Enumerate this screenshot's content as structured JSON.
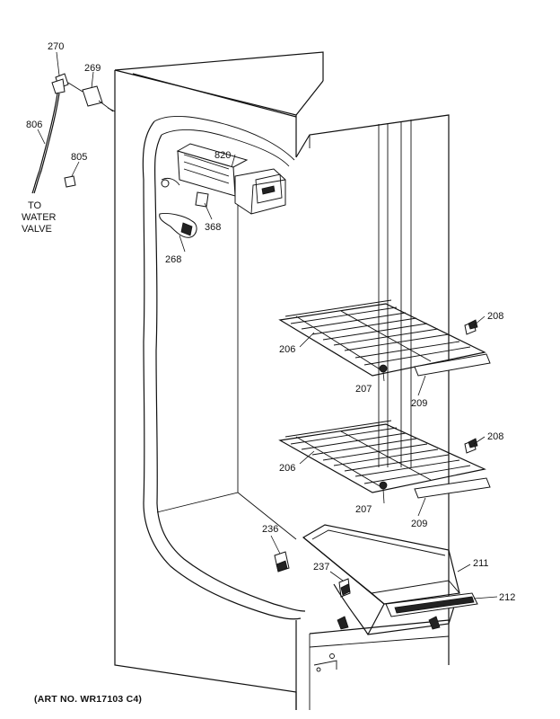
{
  "callouts": {
    "p270": "270",
    "p269": "269",
    "p806": "806",
    "p805": "805",
    "to": "TO",
    "water": "WATER",
    "valve": "VALVE",
    "p820": "820",
    "p368": "368",
    "p268": "268",
    "p206a": "206",
    "p208a": "208",
    "p207a": "207",
    "p209a": "209",
    "p206b": "206",
    "p208b": "208",
    "p207b": "207",
    "p209b": "209",
    "p236": "236",
    "p237": "237",
    "p211": "211",
    "p212": "212"
  },
  "footer": {
    "art_no": "(ART NO. WR17103 C4)"
  }
}
